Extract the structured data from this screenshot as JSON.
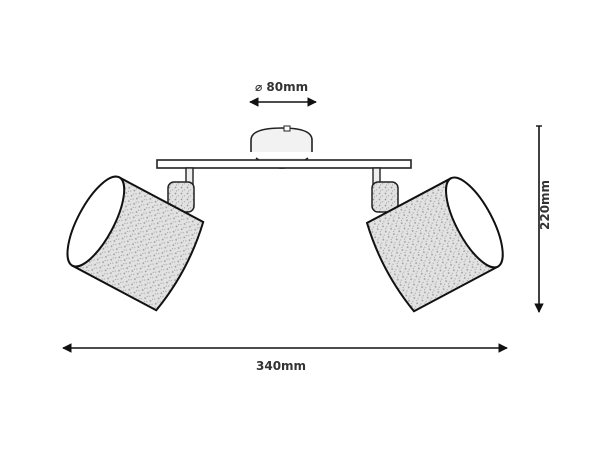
{
  "drawing": {
    "subject": "Two-spot ceiling light with fabric drum shades",
    "line_color": "#1a1a1a",
    "shade_fill": "#d8d8d8",
    "background": "#ffffff"
  },
  "dimensions": {
    "canopy_diameter": {
      "label": "⌀ 80mm",
      "value_mm": 80,
      "orientation": "horizontal"
    },
    "total_width": {
      "label": "340mm",
      "value_mm": 340,
      "orientation": "horizontal"
    },
    "total_height": {
      "label": "220mm",
      "value_mm": 220,
      "orientation": "vertical"
    }
  }
}
